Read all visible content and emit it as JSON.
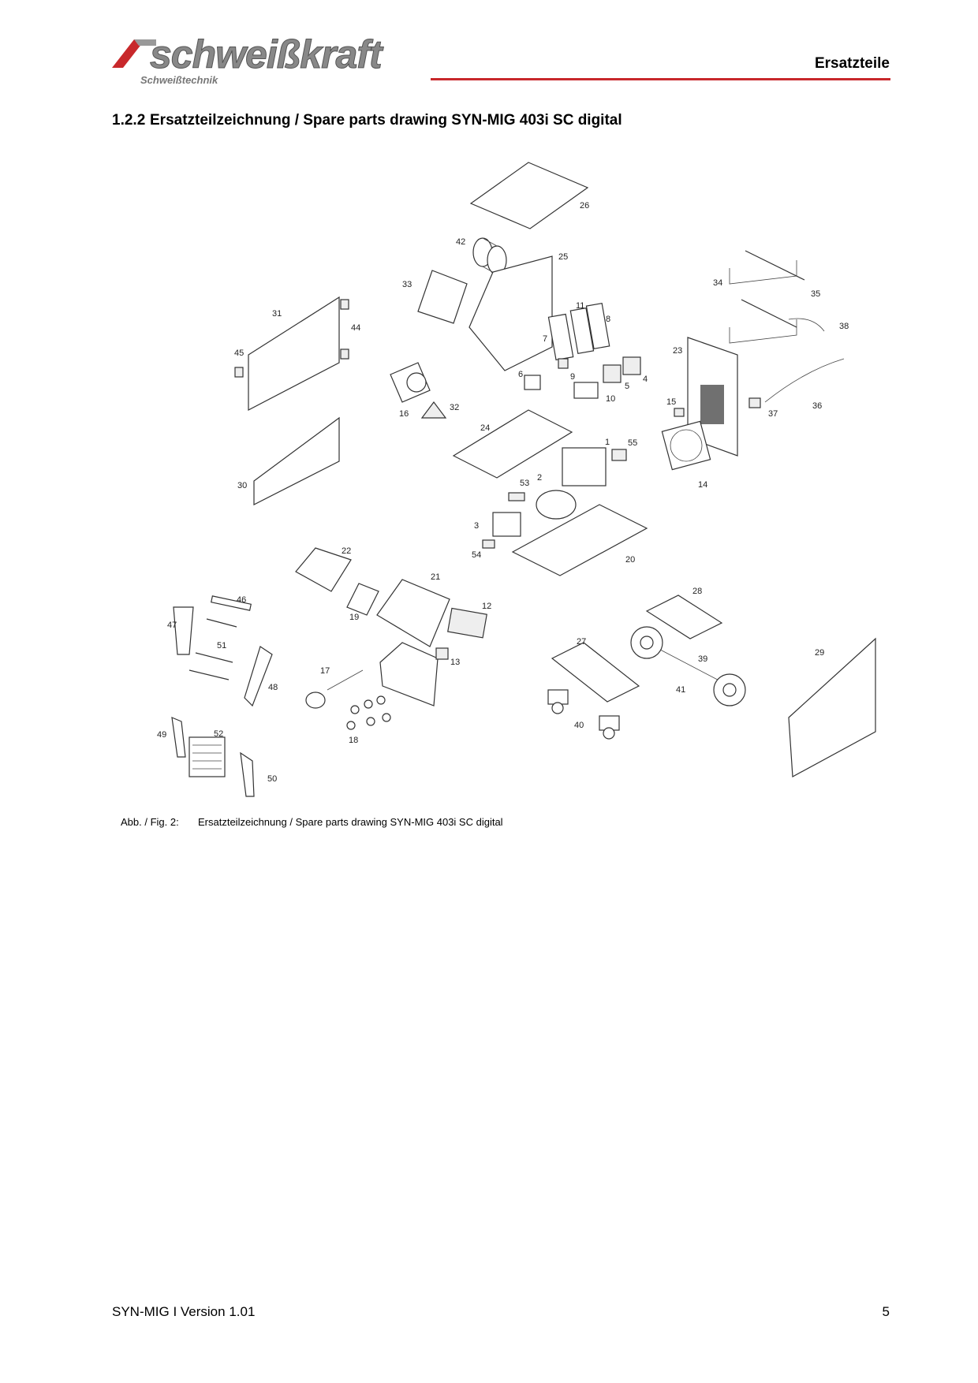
{
  "header": {
    "brand": "schweißkraft",
    "brand_sub": "Schweißtechnik",
    "section": "Ersatzteile",
    "accent_color": "#c8282b"
  },
  "heading": {
    "number": "1.2.2",
    "title": "Ersatzteilzeichnung / Spare parts drawing SYN-MIG 403i SC digital"
  },
  "drawing": {
    "callouts": [
      "26",
      "42",
      "25",
      "33",
      "11",
      "8",
      "34",
      "35",
      "31",
      "44",
      "7",
      "38",
      "45",
      "23",
      "9",
      "6",
      "4",
      "5",
      "10",
      "15",
      "37",
      "36",
      "16",
      "32",
      "24",
      "1",
      "55",
      "14",
      "30",
      "53",
      "2",
      "3",
      "22",
      "54",
      "20",
      "21",
      "28",
      "46",
      "12",
      "47",
      "19",
      "51",
      "27",
      "29",
      "39",
      "13",
      "17",
      "41",
      "48",
      "40",
      "49",
      "52",
      "18",
      "50"
    ]
  },
  "caption": {
    "label": "Abb. / Fig. 2:",
    "text": "Ersatzteilzeichnung / Spare parts drawing SYN-MIG 403i SC digital"
  },
  "footer": {
    "left": "SYN-MIG I Version 1.01",
    "page": "5"
  }
}
